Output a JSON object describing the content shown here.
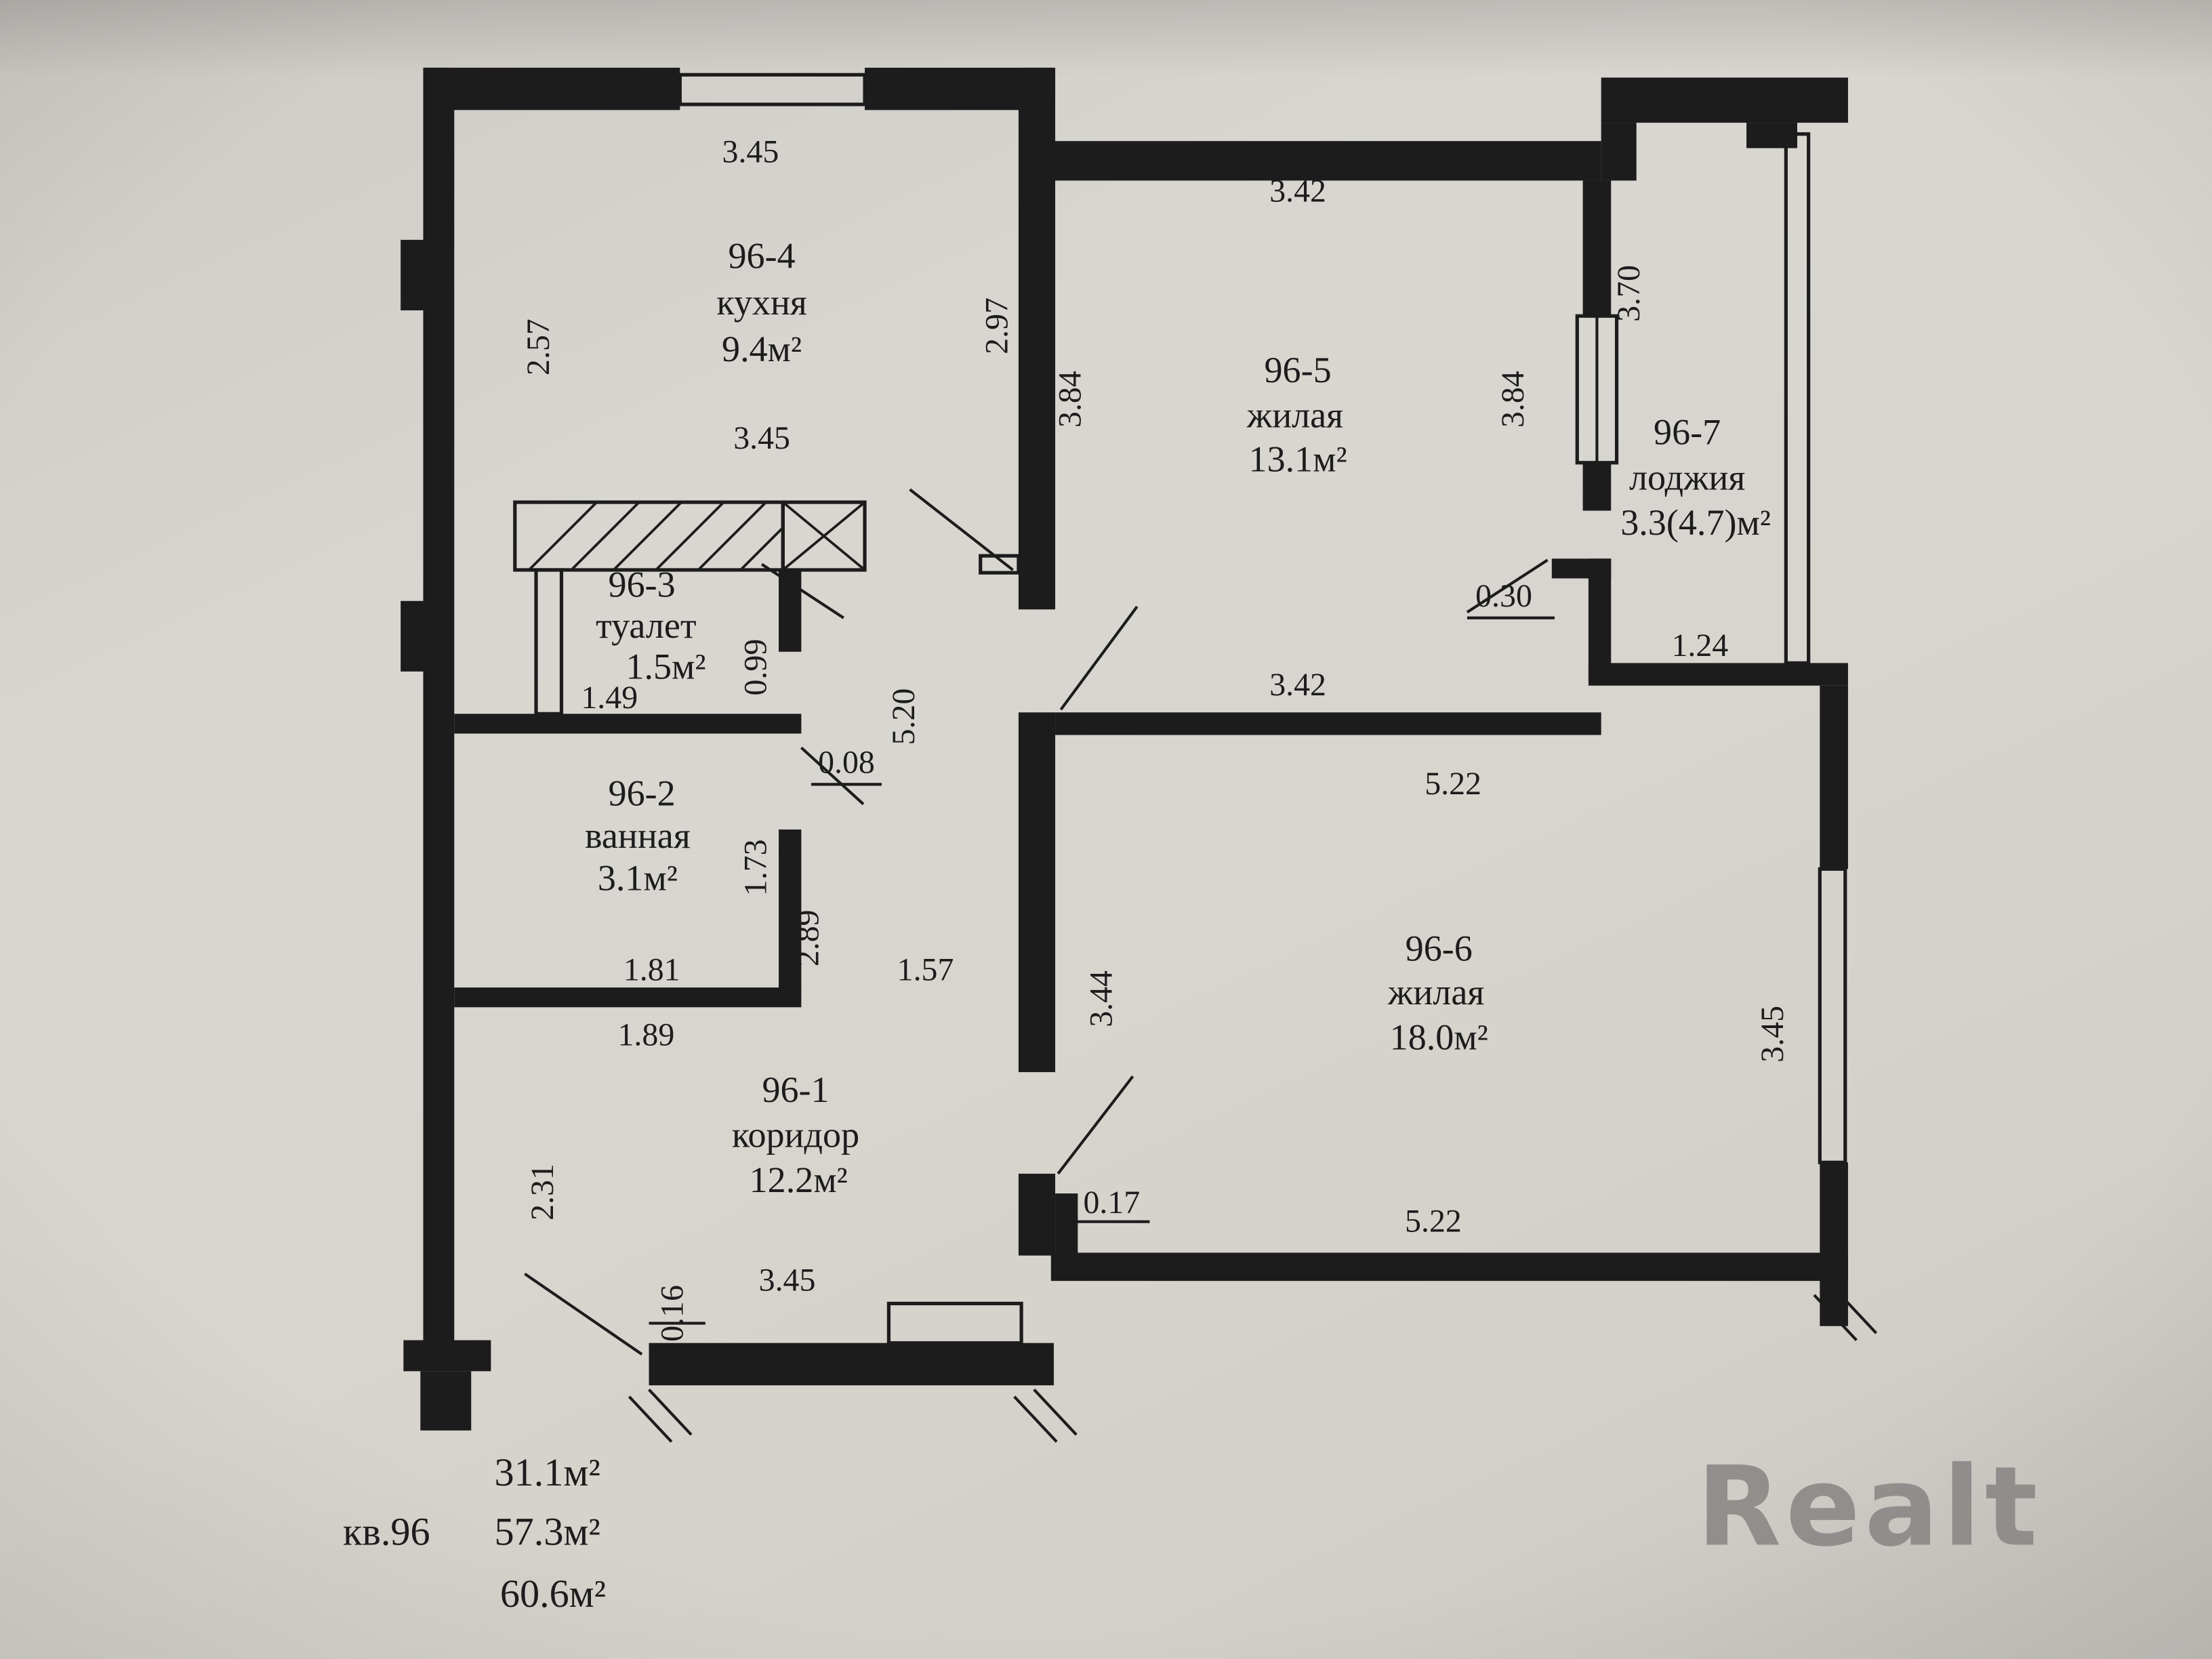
{
  "palette": {
    "ink": "#1c1c1c",
    "paper": "#d7d4cf",
    "watermark_gray": "#878583"
  },
  "rooms": {
    "r4": {
      "id": "96-4",
      "name": "кухня",
      "area": "9.4м²"
    },
    "r5": {
      "id": "96-5",
      "name": "жилая",
      "area": "13.1м²"
    },
    "r7": {
      "id": "96-7",
      "name": "лоджия",
      "area": "3.3(4.7)м²"
    },
    "r3": {
      "id": "96-3",
      "name": "туалет",
      "area": "1.5м²"
    },
    "r2": {
      "id": "96-2",
      "name": "ванная",
      "area": "3.1м²"
    },
    "r6": {
      "id": "96-6",
      "name": "жилая",
      "area": "18.0м²"
    },
    "r1": {
      "id": "96-1",
      "name": "коридор",
      "area": "12.2м²"
    }
  },
  "dims": {
    "kitchen_top": "3.45",
    "r5_top": "3.42",
    "loggia_len": "3.70",
    "kitchen_left": "2.57",
    "kitchen_right": "2.97",
    "r5_left": "3.84",
    "r5_right": "3.84",
    "kitchen_bottom": "3.45",
    "loggia_step": "0.30",
    "loggia_width": "1.24",
    "toilet_door": "0.99",
    "hall_len": "5.20",
    "toilet_width": "1.49",
    "mid_width": "3.42",
    "bath_step": "0.08",
    "r6_top": "5.22",
    "bath_door": "1.73",
    "bath_len": "2.89",
    "bath_width": "1.81",
    "hall_gap": "1.57",
    "r6_left": "3.44",
    "bath_width2": "1.89",
    "r6_right": "3.45",
    "hall_left": "2.31",
    "r6_step": "0.17",
    "r6_bottom": "5.22",
    "hall_bottom": "3.45",
    "hall_wall": "0.16"
  },
  "summary": {
    "apt": "кв.96",
    "area_living": "31.1м²",
    "area_main": "57.3м²",
    "area_total": "60.6м²"
  },
  "watermark": "Realt"
}
